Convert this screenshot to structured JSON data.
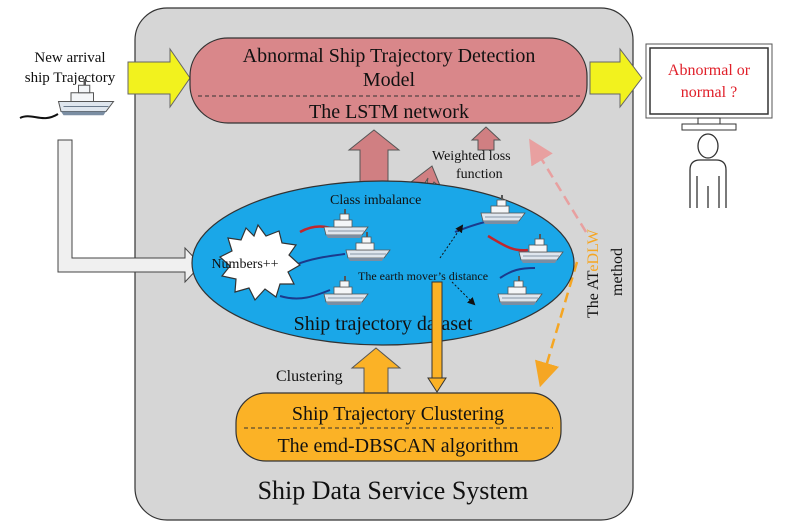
{
  "input": {
    "line1": "New arrival",
    "line2": "ship Trajectory"
  },
  "model": {
    "title_line1": "Abnormal Ship Trajectory Detection",
    "title_line2": "Model",
    "subtitle": "The LSTM network"
  },
  "output": {
    "line1": "Abnormal or",
    "line2": "normal ?"
  },
  "labels": {
    "weighted_line1": "Weighted loss",
    "weighted_line2": "function",
    "class_imbalance": "Class imbalance",
    "numbers": "Numbers++",
    "emd": "The earth mover’s distance",
    "dataset": "Ship trajectory dataset",
    "clustering": "Clustering",
    "method_prefix": "The AT",
    "method_highlight": "eDLW",
    "method_suffix": "method"
  },
  "clustering": {
    "title": "Ship Trajectory Clustering",
    "subtitle": "The emd-DBSCAN algorithm"
  },
  "system": {
    "title": "Ship Data Service System"
  },
  "colors": {
    "system_bg": "#d6d6d6",
    "model_fill": "#d9878a",
    "dataset_fill": "#1aa7e8",
    "cluster_fill": "#fbb226",
    "arrow_yellow": "#f2f21e",
    "arrow_pink": "#d07f82",
    "arrow_orange": "#fbb226",
    "dashed_pink": "#e8a0a0",
    "dashed_orange": "#f5a623",
    "output_text": "#e0202a",
    "method_highlight": "#f5a623"
  }
}
